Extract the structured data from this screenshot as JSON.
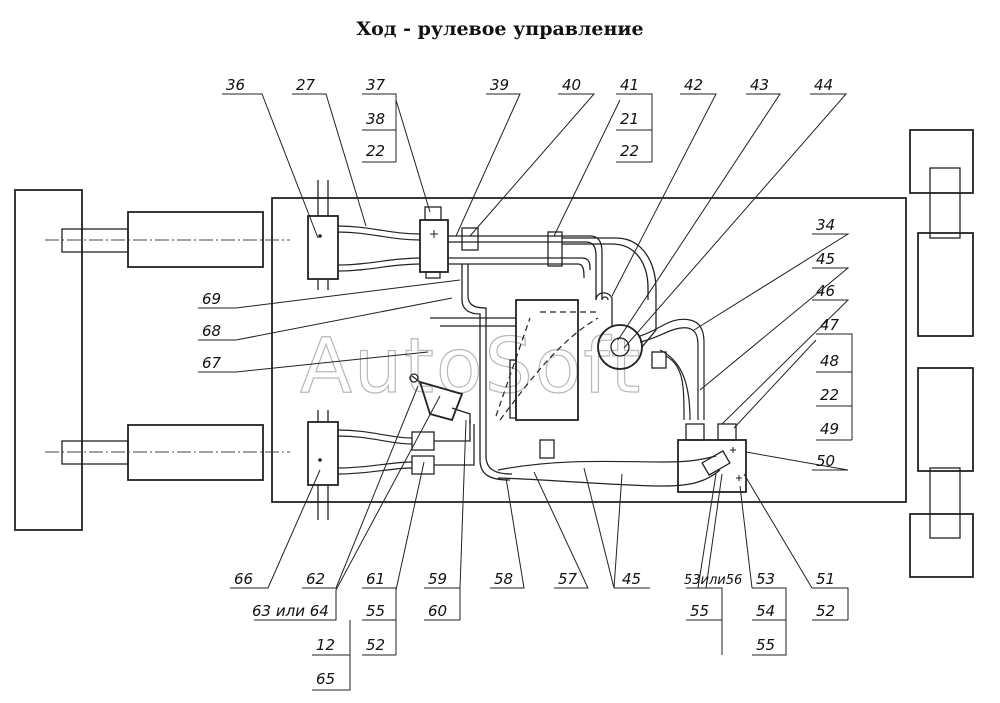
{
  "title": "Ход - рулевое управление",
  "watermark": "AutoSoft",
  "labels": {
    "l36": "36",
    "l27": "27",
    "l37": "37",
    "l38": "38",
    "l22a": "22",
    "l39": "39",
    "l40": "40",
    "l41": "41",
    "l21": "21",
    "l22b": "22",
    "l42": "42",
    "l43": "43",
    "l44": "44",
    "l34": "34",
    "l45a": "45",
    "l46": "46",
    "l47": "47",
    "l48": "48",
    "l22c": "22",
    "l49": "49",
    "l50": "50",
    "l69": "69",
    "l68": "68",
    "l67": "67",
    "l66": "66",
    "l62": "62",
    "l6364": "63 или 64",
    "l12": "12",
    "l65": "65",
    "l61": "61",
    "l55a": "55",
    "l52a": "52",
    "l59": "59",
    "l60": "60",
    "l58": "58",
    "l57": "57",
    "l45b": "45",
    "l5356": "53или56",
    "l55b": "55",
    "l53": "53",
    "l54": "54",
    "l55c": "55",
    "l51": "51",
    "l52b": "52"
  }
}
